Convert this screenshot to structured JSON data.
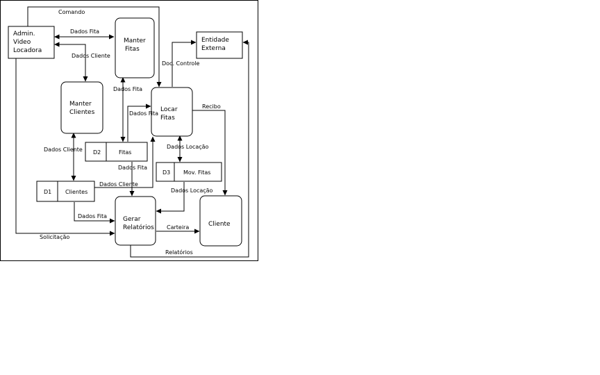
{
  "nodes": {
    "admin": [
      "Admin.",
      "Video",
      "Locadora"
    ],
    "manter_fitas": [
      "Manter",
      "Fitas"
    ],
    "entidade_externa": [
      "Entidade",
      "Externa"
    ],
    "manter_clientes": [
      "Manter",
      "Clientes"
    ],
    "locar_fitas": [
      "Locar",
      "Fitas"
    ],
    "gerar_relatorios": [
      "Gerar",
      "Relatórios"
    ],
    "cliente": [
      "Cliente"
    ]
  },
  "stores": {
    "d2": {
      "id": "D2",
      "name": "Fitas"
    },
    "d3": {
      "id": "D3",
      "name": "Mov. Fitas"
    },
    "d1": {
      "id": "D1",
      "name": "Clientes"
    }
  },
  "flows": {
    "comando": "Comando",
    "dados_fita_admin": "Dados Fita",
    "dados_cliente_admin": "Dados Cliente",
    "doc_controle": "Doc. Controle",
    "dados_fita_manter": "Dados Fita",
    "dados_fita_locar": "Dados Fita",
    "recibo": "Recibo",
    "dados_cliente_d1": "Dados Cliente",
    "dados_locacao_d3": "Dados Locação",
    "dados_fita_gerar": "Dados Fita",
    "dados_cliente_locar": "Dados Cliente",
    "dados_locacao_gerar": "Dados Locação",
    "dados_fita_d1": "Dados Fita",
    "carteira": "Carteira",
    "solicitacao": "Solicitação",
    "relatorios": "Relatórios"
  }
}
